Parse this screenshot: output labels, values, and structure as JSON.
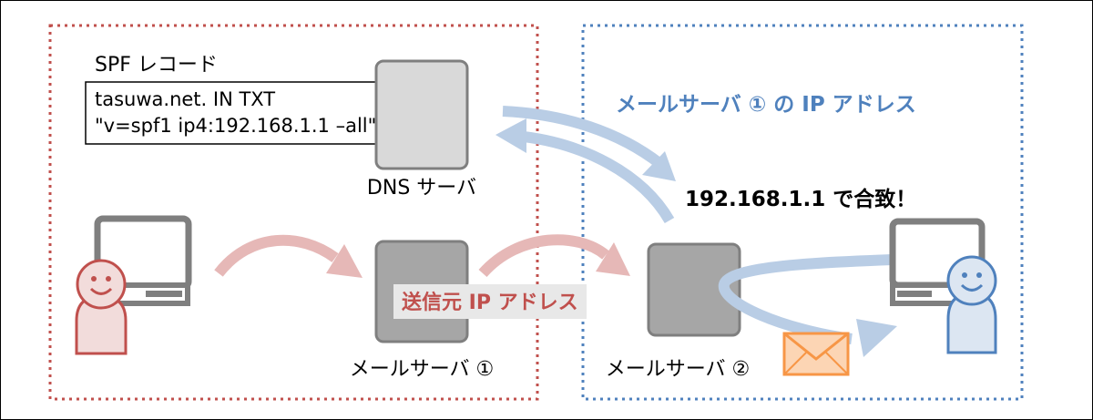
{
  "sender_zone": {
    "spf_title": "SPF レコード",
    "spf_record_line1": "tasuwa.net. IN TXT",
    "spf_record_line2": "\"v=spf1 ip4:192.168.1.1 –all\"",
    "dns_server_label": "DNS サーバ",
    "mail_server1_label": "メールサーバ ①",
    "source_ip_label": "送信元 IP アドレス"
  },
  "receiver_zone": {
    "lookup_label": "メールサーバ ① の IP アドレス",
    "match_label": "192.168.1.1 で合致！",
    "mail_server2_label": "メールサーバ ②"
  },
  "colors": {
    "sender_border": "#c0504d",
    "receiver_border": "#4f81bd",
    "pink_arrow": "#e6b8b7",
    "blue_arrow": "#b9cde5",
    "server_dark": "#a6a6a6",
    "server_light": "#d9d9d9",
    "envelope": "#f79646"
  },
  "icons": [
    "pc-icon",
    "person-icon",
    "server-icon",
    "envelope-icon"
  ]
}
